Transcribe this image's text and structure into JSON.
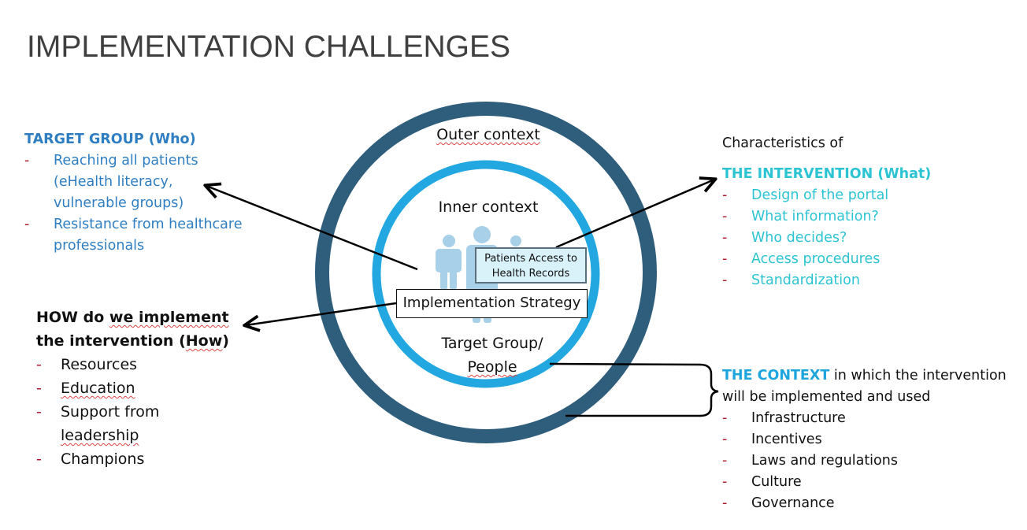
{
  "title": "IMPLEMENTATION CHALLENGES",
  "colors": {
    "outer_ring": "#2f5d7c",
    "inner_ring": "#23a7e0",
    "target_group_text": "#2e7ec1",
    "intervention_text": "#2cc4d3",
    "context_heading": "#1fa5dd",
    "bullet_dash": "#b0172a",
    "title_text": "#3f3f3f"
  },
  "diagram": {
    "outer_label": "Outer context",
    "inner_label": "Inner context",
    "patients_box": {
      "line1": "Patients Access to",
      "line2": "Health Records"
    },
    "strategy_box": "Implementation Strategy",
    "target_label": {
      "line1": "Target Group/",
      "line2": "People"
    },
    "people_icon": "people-group-icon"
  },
  "target_group": {
    "heading": "TARGET GROUP (Who)",
    "items": [
      {
        "lines": [
          "Reaching all patients",
          "(eHealth literacy,",
          "vulnerable groups)"
        ]
      },
      {
        "lines": [
          "Resistance from healthcare",
          "professionals"
        ]
      }
    ]
  },
  "how": {
    "heading_line1_a": "HOW do ",
    "heading_line1_b": "we implement",
    "heading_line2_a": "the intervention (",
    "heading_line2_b": "How",
    "heading_line2_c": ")",
    "items": [
      {
        "lines": [
          "Resources"
        ]
      },
      {
        "lines": [
          "Education"
        ]
      },
      {
        "lines": [
          "Support from",
          "leadership"
        ]
      },
      {
        "lines": [
          "Champions"
        ]
      }
    ]
  },
  "intervention": {
    "pre_heading": "Characteristics of",
    "heading": "THE INTERVENTION (What)",
    "items": [
      "Design of the portal",
      "What information?",
      "Who decides?",
      "Access procedures",
      "Standardization"
    ]
  },
  "context": {
    "heading_strong": "THE CONTEXT",
    "heading_rest": " in which the intervention",
    "heading_line2": "will be implemented and used",
    "items": [
      "Infrastructure",
      "Incentives",
      "Laws and regulations",
      "Culture",
      "Governance"
    ]
  },
  "bullet": "-"
}
